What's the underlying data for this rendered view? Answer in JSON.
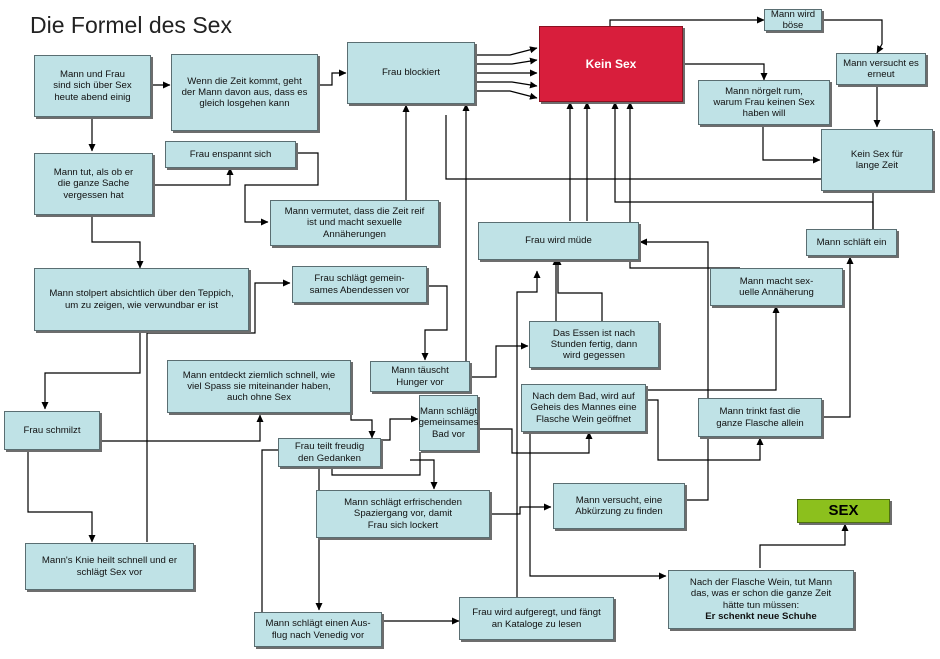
{
  "title": "Die Formel des Sex",
  "colors": {
    "box": "#bfe2e6",
    "red": "#d81e3c",
    "green": "#8cc01d",
    "line": "#000000"
  },
  "boxes": {
    "b1": "Mann und Frau\nsind sich über Sex\nheute abend einig",
    "b2": "Wenn die Zeit kommt, geht\nder Mann davon aus, dass es\ngleich losgehen kann",
    "b3": "Frau blockiert",
    "kein_sex": "Kein Sex",
    "b5": "Mann wird böse",
    "b6": "Mann versucht es\nerneut",
    "b7": "Mann nörgelt rum,\nwarum Frau keinen Sex\nhaben will",
    "b8": "Kein Sex für\nlange Zeit",
    "b9": "Frau enspannt sich",
    "b10": "Mann tut, als ob er\ndie ganze Sache\nvergessen hat",
    "b11": "Mann vermutet, dass die Zeit reif\nist und macht sexuelle\nAnnäherungen",
    "b12": "Frau wird müde",
    "b13": "Mann schläft ein",
    "b14": "Mann stolpert absichtlich über den Teppich,\num zu zeigen, wie verwundbar er ist",
    "b15": "Frau schlägt gemein-\nsames Abendessen vor",
    "b16": "Mann macht sex-\nuelle Annäherung",
    "b17": "Das Essen ist nach\nStunden fertig, dann\nwird gegessen",
    "b18": "Mann entdeckt ziemlich schnell, wie\nviel Spass sie miteinander haben,\nauch ohne Sex",
    "b19": "Mann täuscht\nHunger vor",
    "b20": "Nach dem Bad, wird auf\nGeheis des Mannes eine\nFlasche Wein geöffnet",
    "b21": "Mann schlägt\ngemeinsames\nBad vor",
    "b22": "Mann trinkt fast die\nganze Flasche allein",
    "b23": "Frau schmilzt",
    "b24": "Frau teilt freudig\nden Gedanken",
    "b25": "Mann schlägt erfrischenden\nSpaziergang vor, damit\nFrau sich  lockert",
    "b26": "Mann versucht, eine\nAbkürzung zu finden",
    "sex": "SEX",
    "b28": "Mann's Knie heilt schnell und er\nschlägt Sex vor",
    "b29_text": "Nach der Flasche Wein, tut Mann\ndas, was er schon die ganze Zeit\nhätte tun müssen:",
    "b29_strong": "Er schenkt neue Schuhe",
    "b30": "Mann schlägt einen Aus-\nflug nach Venedig vor",
    "b31": "Frau wird aufgeregt, und fängt\nan Kataloge zu lesen"
  }
}
